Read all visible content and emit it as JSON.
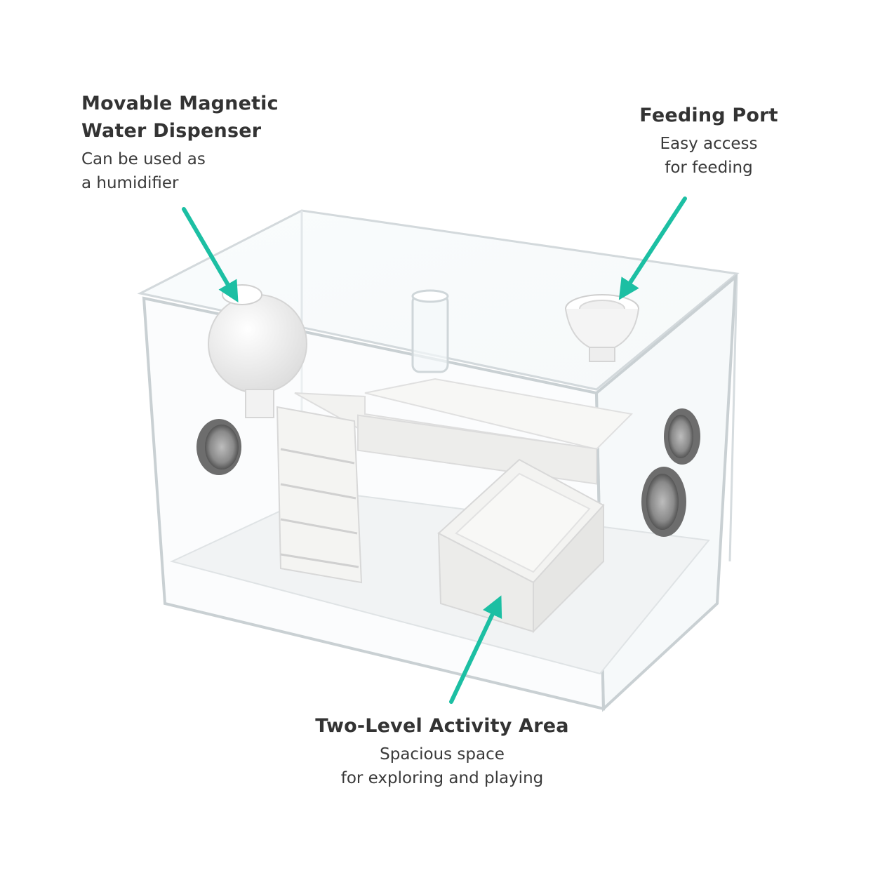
{
  "colors": {
    "arrow": "#1cbfa3",
    "text": "#333333",
    "background": "#ffffff"
  },
  "callouts": {
    "water_dispenser": {
      "title": "Movable Magnetic\nWater Dispenser",
      "description": "Can be used as\na humidifier"
    },
    "feeding_port": {
      "title": "Feeding Port",
      "description": "Easy access\nfor feeding"
    },
    "activity_area": {
      "title": "Two-Level Activity Area",
      "description": "Spacious space\nfor exploring and playing"
    }
  }
}
